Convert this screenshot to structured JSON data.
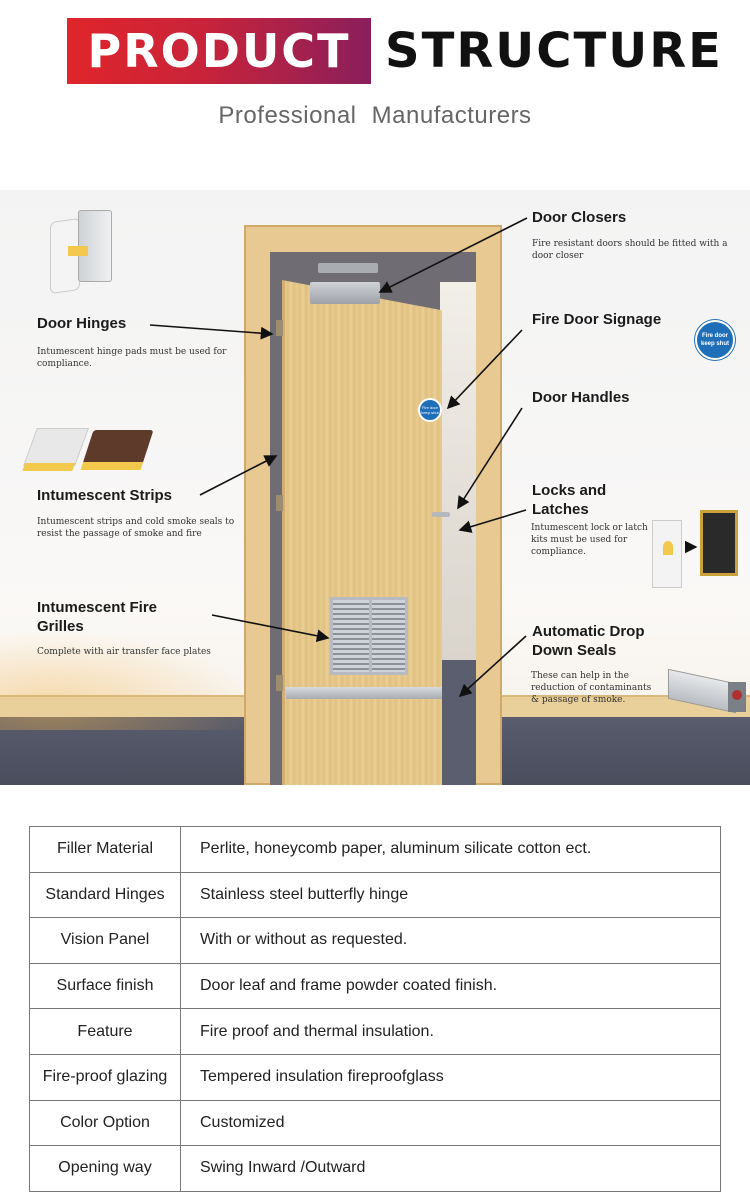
{
  "header": {
    "title_primary": "PRODUCT",
    "title_secondary": "STRUCTURE",
    "subtitle": "Professional  Manufacturers"
  },
  "callouts": {
    "door_hinges": {
      "title": "Door Hinges",
      "desc": "Intumescent hinge pads must be used for compliance."
    },
    "intumescent_strips": {
      "title": "Intumescent Strips",
      "desc": "Intumescent strips and cold smoke seals to resist the passage of smoke and fire"
    },
    "intumescent_grilles": {
      "title": "Intumescent Fire Grilles",
      "desc": "Complete with air transfer face plates"
    },
    "door_closers": {
      "title": "Door Closers",
      "desc": "Fire resistant doors should be fitted with a door closer"
    },
    "fire_door_signage": {
      "title": "Fire Door Signage",
      "sign_text": "Fire door keep shut"
    },
    "door_handles": {
      "title": "Door Handles"
    },
    "locks_latches": {
      "title": "Locks and Latches",
      "desc": "Intumescent lock or latch kits must be used for compliance."
    },
    "drop_down_seals": {
      "title": "Automatic Drop Down Seals",
      "desc": "These can help in the reduction of contaminants & passage of smoke."
    }
  },
  "specs": [
    {
      "label": "Filler Material",
      "value": "Perlite, honeycomb paper, aluminum silicate cotton ect."
    },
    {
      "label": "Standard Hinges",
      "value": "Stainless steel butterfly hinge"
    },
    {
      "label": "Vision Panel",
      "value": "With or without as requested."
    },
    {
      "label": "Surface finish",
      "value": "Door leaf and frame powder coated finish."
    },
    {
      "label": "Feature",
      "value": "Fire proof and thermal insulation."
    },
    {
      "label": "Fire-proof glazing",
      "value": "Tempered insulation fireproofglass"
    },
    {
      "label": "Color Option",
      "value": "Customized"
    },
    {
      "label": "Opening way",
      "value": "Swing Inward /Outward"
    }
  ],
  "colors": {
    "title_gradient_start": "#e0252b",
    "title_gradient_end": "#8a1f5c",
    "signage_blue": "#1f6fb8"
  }
}
